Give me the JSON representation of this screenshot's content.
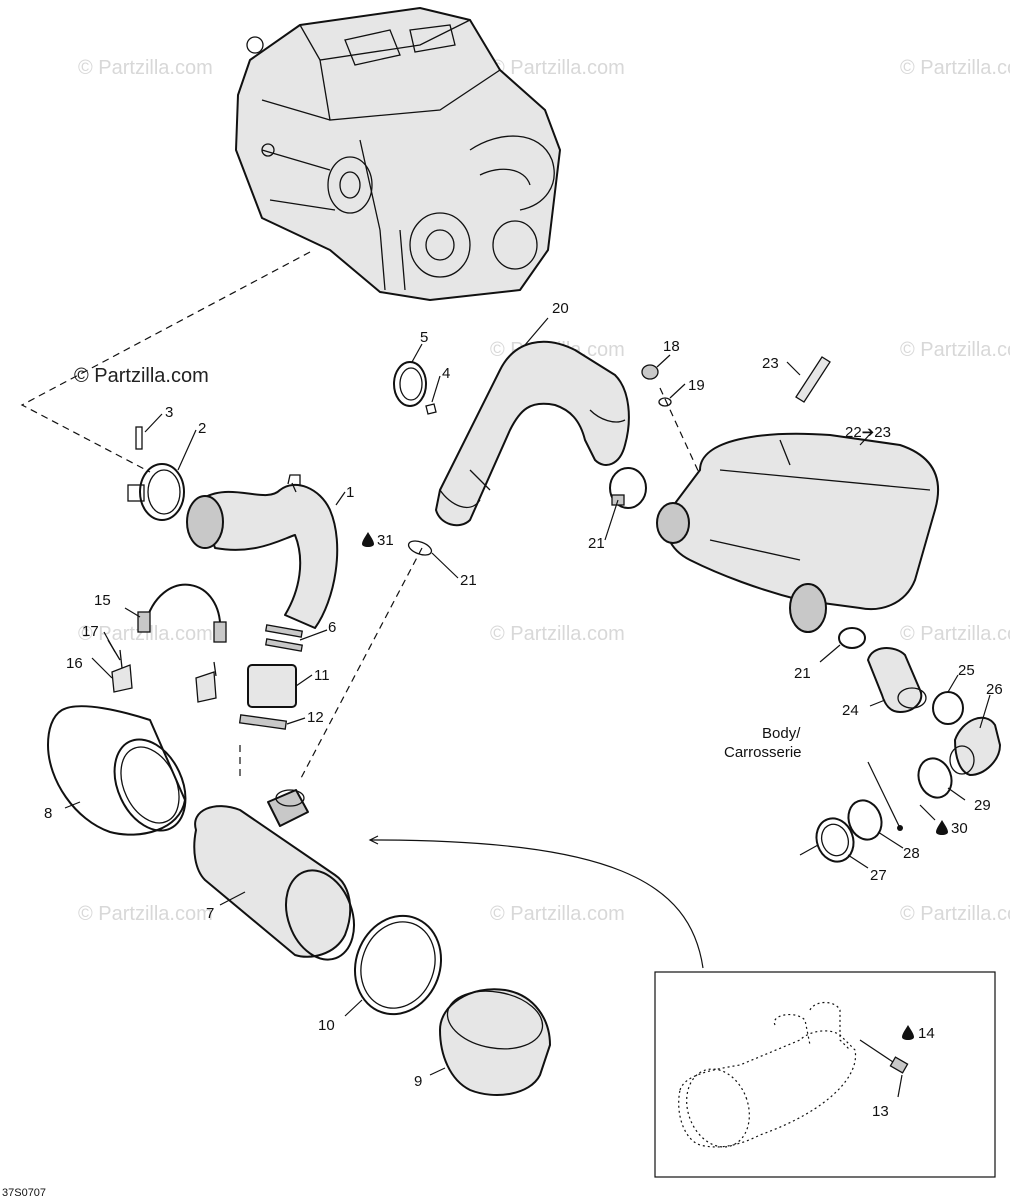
{
  "diagram_code": "37S0707",
  "watermark": "© Partzilla.com",
  "body_label_line1": "Body/",
  "body_label_line2": "Carrosserie",
  "callouts": {
    "p1": "1",
    "p2": "2",
    "p3": "3",
    "p4": "4",
    "p5": "5",
    "p6": "6",
    "p7": "7",
    "p8": "8",
    "p9": "9",
    "p10": "10",
    "p11": "11",
    "p12": "12",
    "p13": "13",
    "p14": "14",
    "p15": "15",
    "p16": "16",
    "p17": "17",
    "p18": "18",
    "p19": "19",
    "p20": "20",
    "p21a": "21",
    "p21b": "21",
    "p21c": "21",
    "p22": "22➔23",
    "p23": "23",
    "p24": "24",
    "p25": "25",
    "p26": "26",
    "p27": "27",
    "p28": "28",
    "p29": "29",
    "p30": "30",
    "p31": "31"
  },
  "drop_icon": "oil-drop-icon"
}
